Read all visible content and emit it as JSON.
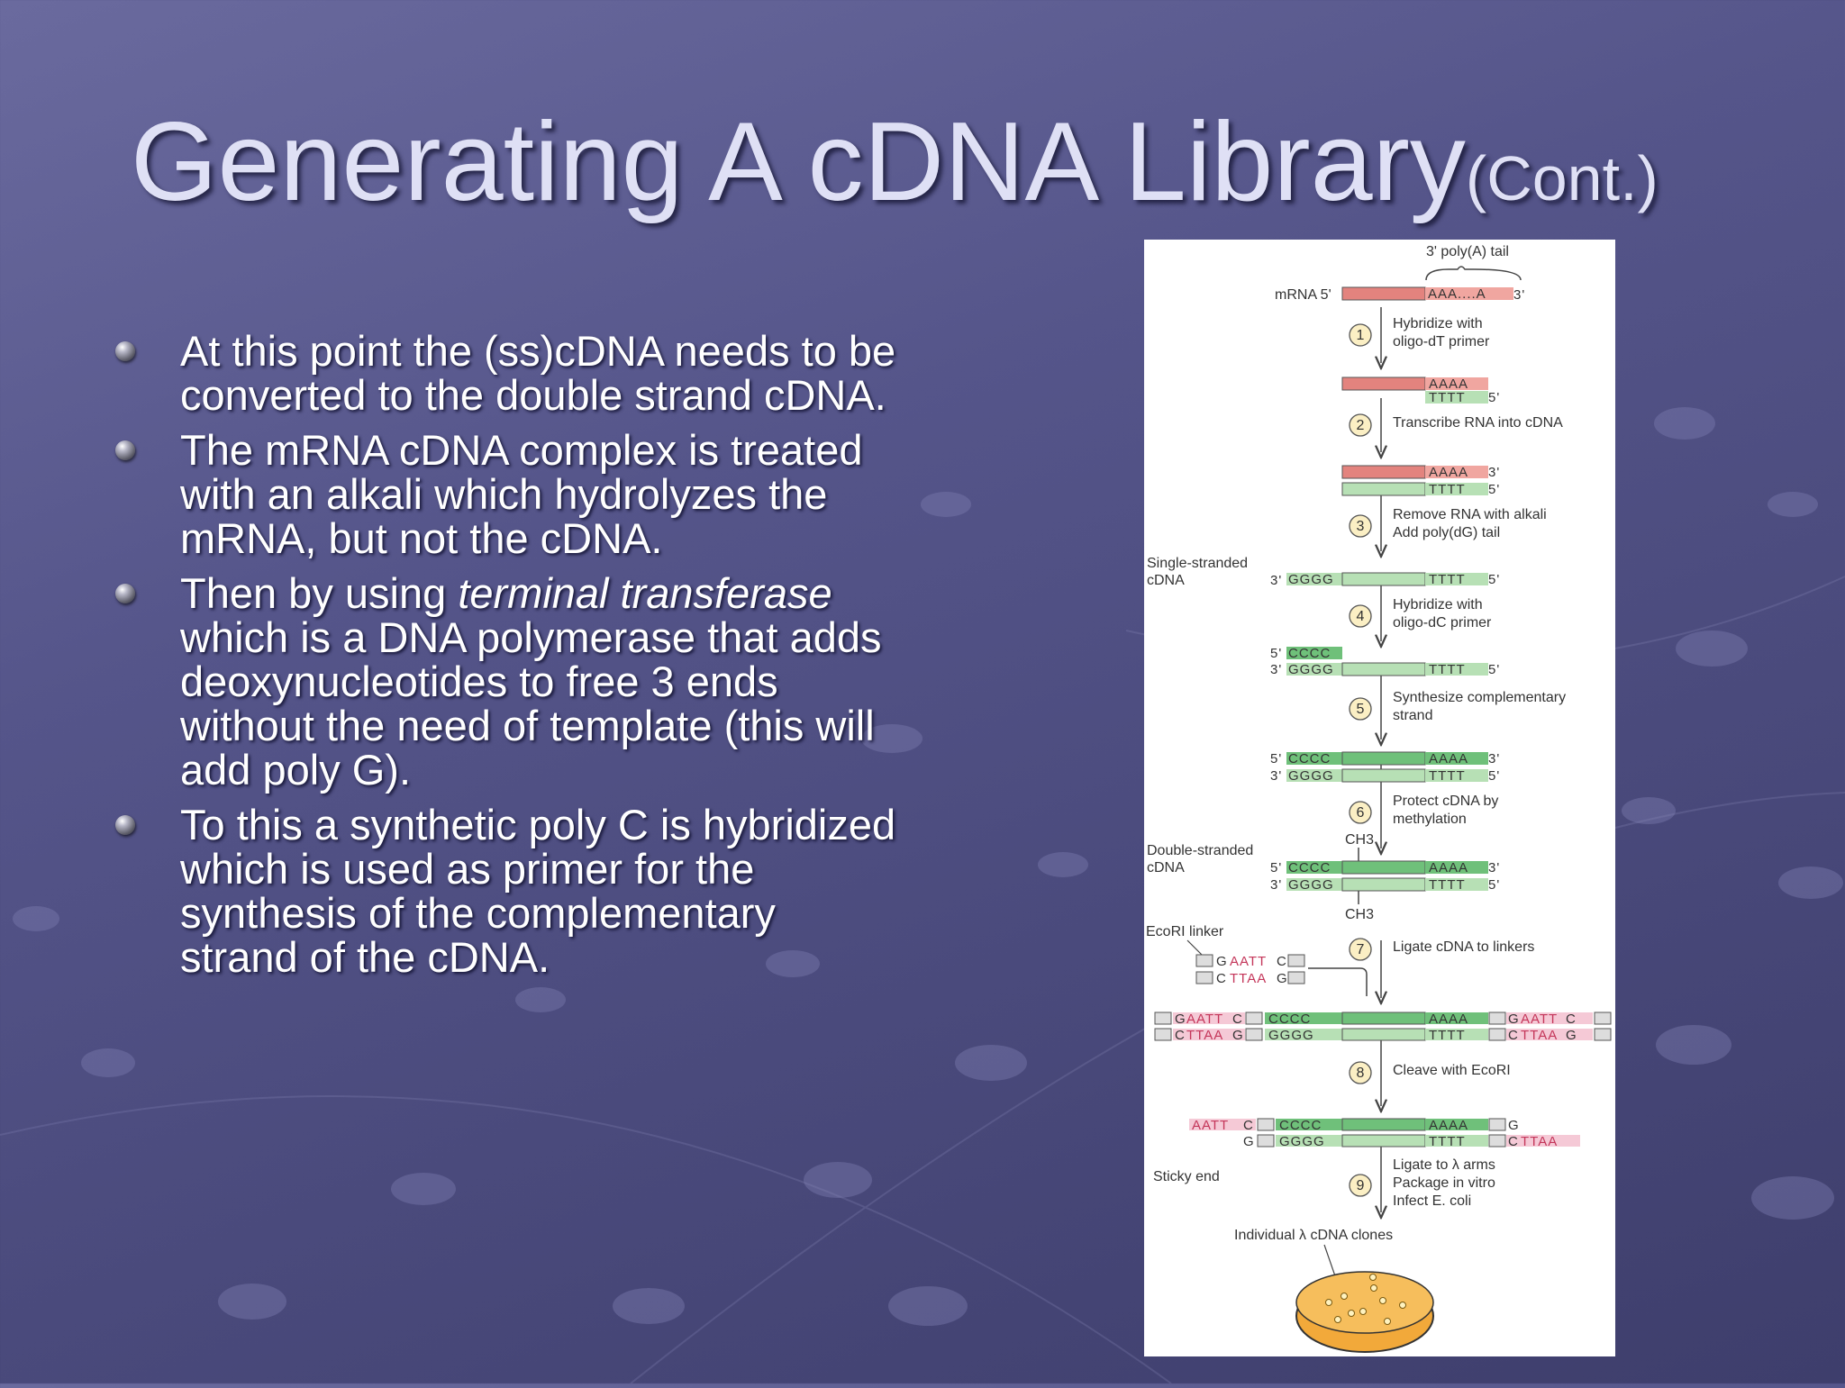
{
  "title": {
    "main": "Generating A cDNA Library",
    "suffix": "(Cont.)"
  },
  "bullets": [
    {
      "parts": [
        {
          "text": "At this point the (ss)cDNA needs to be converted to the double strand cDNA."
        }
      ]
    },
    {
      "parts": [
        {
          "text": "The mRNA cDNA complex is treated with an alkali which hydrolyzes the mRNA, but not the cDNA."
        }
      ]
    },
    {
      "parts": [
        {
          "text": "Then by using "
        },
        {
          "text": "terminal transferase",
          "italic": true
        },
        {
          "text": " which is a DNA polymerase that adds deoxynucleotides to free 3  ends without the need of template (this will add poly G)."
        }
      ]
    },
    {
      "parts": [
        {
          "text": "To this a synthetic poly C is hybridized which is used as primer for the synthesis of the complementary strand of the cDNA."
        }
      ]
    }
  ],
  "figure": {
    "poly_a_label": "3' poly(A) tail",
    "mrna_label": "mRNA 5'",
    "steps": [
      {
        "num": "1",
        "lines": [
          "Hybridize with",
          "oligo-dT primer"
        ]
      },
      {
        "num": "2",
        "lines": [
          "Transcribe RNA into cDNA"
        ]
      },
      {
        "num": "3",
        "lines": [
          "Remove RNA with alkali",
          "Add poly(dG) tail"
        ]
      },
      {
        "num": "4",
        "lines": [
          "Hybridize with",
          "oligo-dC primer"
        ]
      },
      {
        "num": "5",
        "lines": [
          "Synthesize complementary",
          "strand"
        ]
      },
      {
        "num": "6",
        "lines": [
          "Protect cDNA by",
          "methylation"
        ]
      },
      {
        "num": "7",
        "lines": [
          "Ligate cDNA to linkers"
        ]
      },
      {
        "num": "8",
        "lines": [
          "Cleave with EcoRI"
        ]
      },
      {
        "num": "9",
        "lines": [
          "Ligate to λ arms",
          "Package in vitro",
          "Infect E. coli"
        ]
      }
    ],
    "single_stranded_label": [
      "Single-stranded",
      "cDNA"
    ],
    "double_stranded_label": [
      "Double-stranded",
      "cDNA"
    ],
    "ecori_linker_label": "EcoRI linker",
    "sticky_end_label": "Sticky end",
    "ch3_label": "CH3",
    "clones_label": "Individual λ cDNA clones"
  },
  "colors": {
    "mrna": "#e3837e",
    "cdna_light": "#b7e0b5",
    "cdna_dark": "#6fc07a",
    "linker": "#e79ab2",
    "plate": "#f2a93a"
  }
}
